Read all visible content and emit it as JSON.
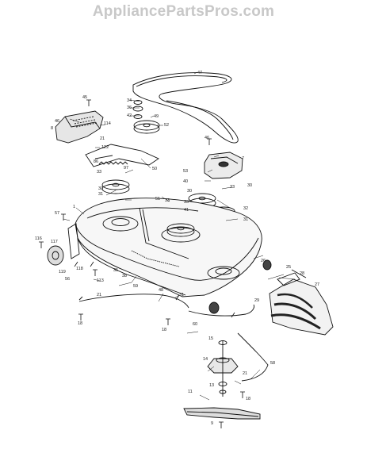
{
  "watermark": "AppliancePartsPros.com",
  "part_numbers": {
    "p47": "47",
    "p45": "45",
    "p34": "34",
    "p36": "36",
    "p42": "42",
    "p49": "49",
    "p52": "52",
    "p46a": "46",
    "p8": "8",
    "p114": "114",
    "p21": "21",
    "p122": "122",
    "p86": "86",
    "p97": "97",
    "p50": "50",
    "p46b": "46",
    "p7": "7",
    "p53": "53",
    "p40": "40",
    "p30a": "30",
    "p33a": "33",
    "p33b": "33",
    "p30b": "30",
    "p31a": "31",
    "p30c": "30",
    "p33c": "33",
    "p32": "32",
    "p51": "51",
    "p33d": "33",
    "p41": "41",
    "p31b": "31",
    "p57": "57",
    "p1": "1",
    "p116": "116",
    "p117": "117",
    "p26": "26",
    "p35": "35",
    "p38": "38",
    "p119": "119",
    "p118": "118",
    "p113": "113",
    "p56": "56",
    "p59": "59",
    "p48": "48",
    "p31c": "31",
    "p25": "25",
    "p28": "28",
    "p27": "27",
    "p21b": "21",
    "p29": "29",
    "p18a": "18",
    "p18b": "18",
    "p60": "60",
    "p15": "15",
    "p14": "14",
    "p21c": "21",
    "p58": "58",
    "p13": "13",
    "p18c": "18",
    "p11": "11",
    "p9": "9"
  }
}
